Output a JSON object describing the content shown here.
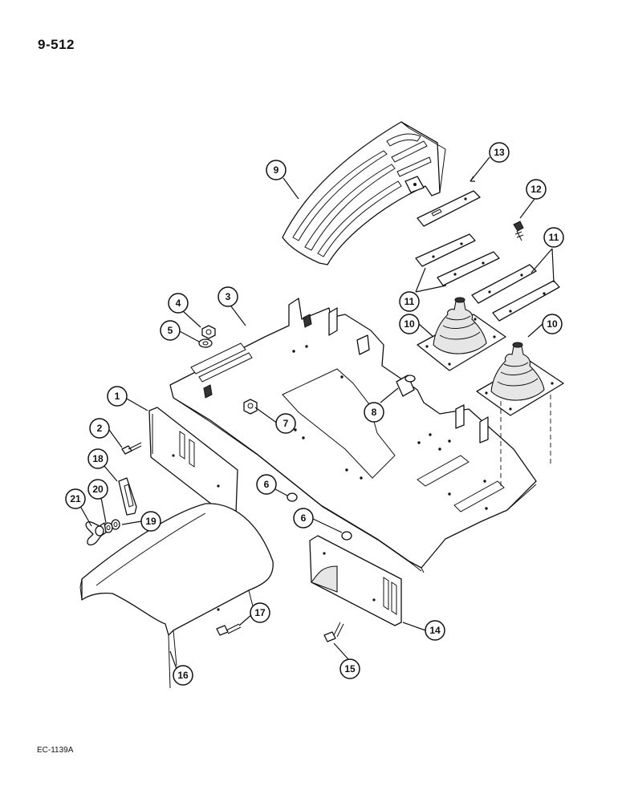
{
  "page_number": "9-512",
  "figure_code": "EC-1139A",
  "callouts": [
    {
      "id": "c1",
      "label": "1"
    },
    {
      "id": "c2",
      "label": "2"
    },
    {
      "id": "c3",
      "label": "3"
    },
    {
      "id": "c4",
      "label": "4"
    },
    {
      "id": "c5",
      "label": "5"
    },
    {
      "id": "c6a",
      "label": "6"
    },
    {
      "id": "c6b",
      "label": "6"
    },
    {
      "id": "c7",
      "label": "7"
    },
    {
      "id": "c8",
      "label": "8"
    },
    {
      "id": "c9",
      "label": "9"
    },
    {
      "id": "c10a",
      "label": "10"
    },
    {
      "id": "c10b",
      "label": "10"
    },
    {
      "id": "c11a",
      "label": "11"
    },
    {
      "id": "c11b",
      "label": "11"
    },
    {
      "id": "c12",
      "label": "12"
    },
    {
      "id": "c13",
      "label": "13"
    },
    {
      "id": "c14",
      "label": "14"
    },
    {
      "id": "c15",
      "label": "15"
    },
    {
      "id": "c16",
      "label": "16"
    },
    {
      "id": "c17",
      "label": "17"
    },
    {
      "id": "c18",
      "label": "18"
    },
    {
      "id": "c19",
      "label": "19"
    },
    {
      "id": "c20",
      "label": "20"
    },
    {
      "id": "c21",
      "label": "21"
    }
  ]
}
